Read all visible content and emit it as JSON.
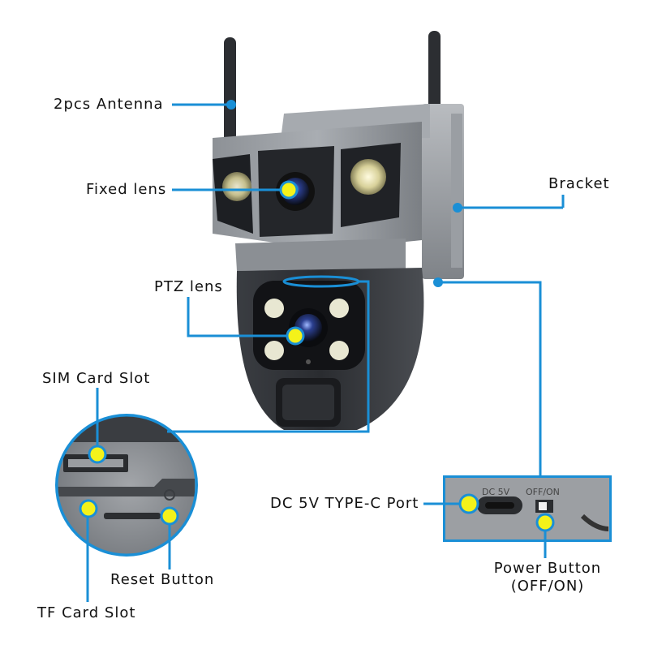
{
  "labels": {
    "antenna": "2pcs Antenna",
    "fixed_lens": "Fixed lens",
    "bracket": "Bracket",
    "ptz_lens": "PTZ lens",
    "sim_slot": "SIM Card Slot",
    "dc_port": "DC 5V TYPE-C Port",
    "power_button_line1": "Power Button",
    "power_button_line2": "(OFF/ON)",
    "reset_button": "Reset Button",
    "tf_slot": "TF Card Slot"
  },
  "device_text": {
    "dc_marking": "DC 5V",
    "switch_marking": "OFF/ON"
  },
  "colors": {
    "leader_line": "#1a8fd6",
    "marker_dot": "#f4f21a",
    "marker_ring": "#1a8fd6",
    "body_dark": "#2b2d31",
    "body_light": "#8a8e93",
    "inset_border": "#1a8fd6"
  }
}
